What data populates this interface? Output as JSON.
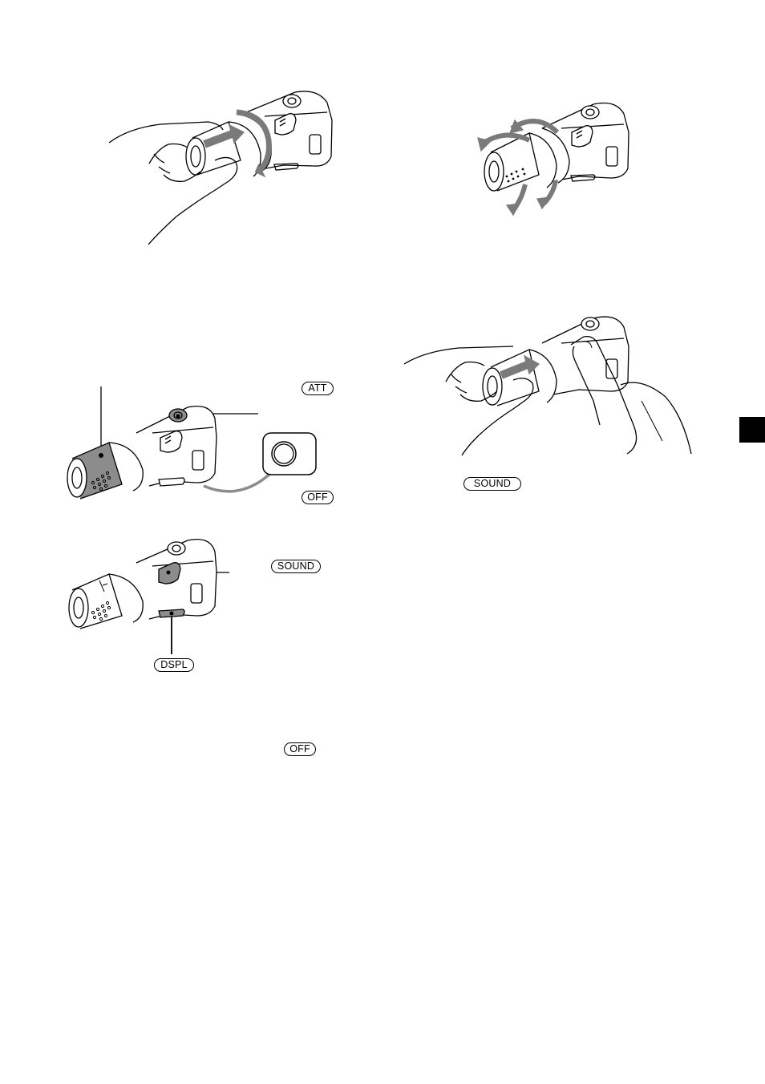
{
  "labels": {
    "att_top": "ATT",
    "off_top": "OFF",
    "sound_left": "SOUND",
    "dspl": "DSPL",
    "off_bottom": "OFF",
    "sound_right": "SOUND"
  },
  "colors": {
    "ink": "#000000",
    "highlight_gray": "#8c8c8c",
    "arrow_gray": "#7a7a7a",
    "section_tab": "#000000"
  },
  "icons": {
    "thumb_tab": "section-tab",
    "grip_dots": "dot-pattern",
    "dial_arrows": "rotation-arrows"
  }
}
